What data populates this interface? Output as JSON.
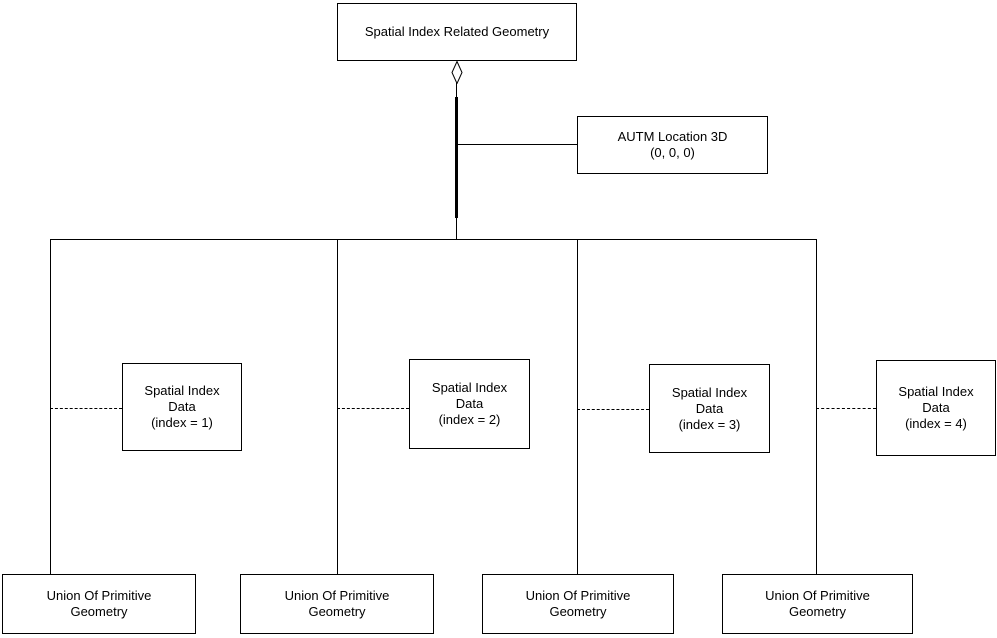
{
  "colors": {
    "background": "#ffffff",
    "line": "#000000",
    "box_border": "#000000",
    "box_fill": "#ffffff",
    "text": "#000000"
  },
  "nodes": {
    "root": {
      "label": "Spatial Index Related Geometry"
    },
    "location": {
      "label": "AUTM Location 3D\n(0, 0, 0)"
    },
    "spatial_index_data": [
      {
        "label": "Spatial Index\nData\n(index = 1)"
      },
      {
        "label": "Spatial Index\nData\n(index = 2)"
      },
      {
        "label": "Spatial Index\nData\n(index = 3)"
      },
      {
        "label": "Spatial Index\nData\n(index = 4)"
      }
    ],
    "union_of_primitive_geometry": [
      {
        "label": "Union Of Primitive\nGeometry"
      },
      {
        "label": "Union Of Primitive\nGeometry"
      },
      {
        "label": "Union Of Primitive\nGeometry"
      },
      {
        "label": "Union Of Primitive\nGeometry"
      }
    ]
  },
  "connectors": {
    "aggregation": "open-diamond",
    "dashed_links": 4,
    "tree_branches": 4
  }
}
